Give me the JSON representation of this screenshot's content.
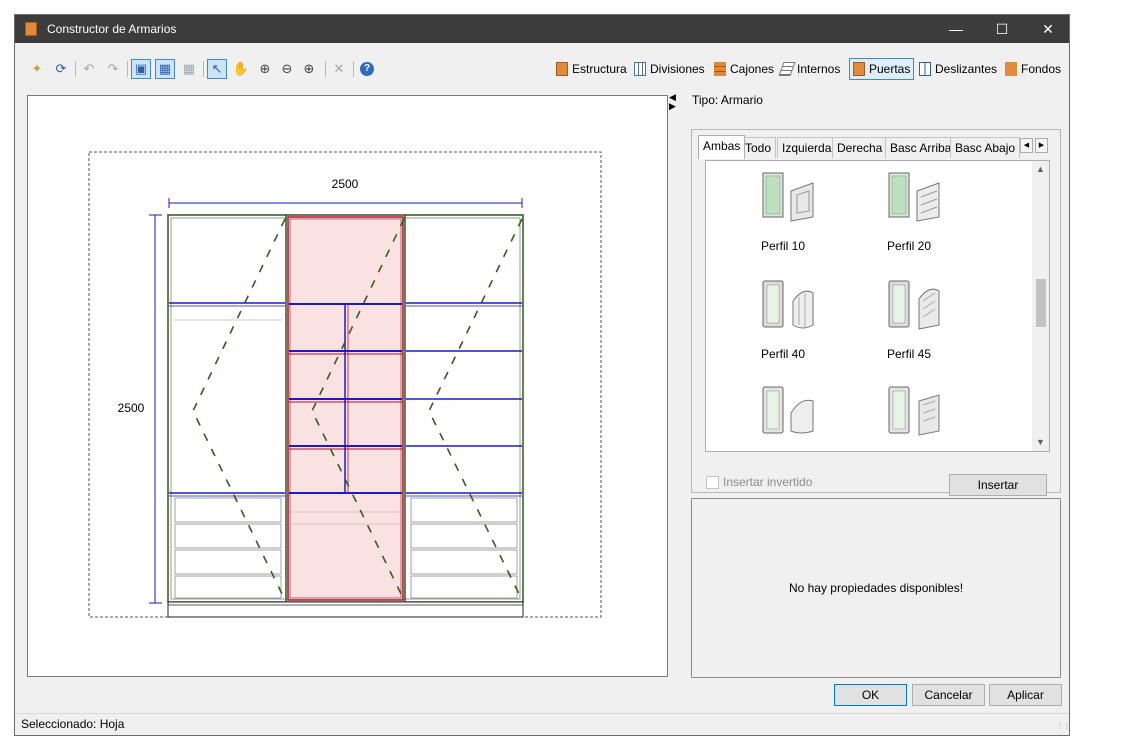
{
  "window": {
    "title": "Constructor de Armarios"
  },
  "toolbar": {
    "tabs": [
      {
        "label": "Estructura",
        "icon": "structure-icon"
      },
      {
        "label": "Divisiones",
        "icon": "grid-icon"
      },
      {
        "label": "Cajones",
        "icon": "drawers-icon"
      },
      {
        "label": "Internos",
        "icon": "internals-icon"
      },
      {
        "label": "Puertas",
        "icon": "door-icon",
        "active": true
      },
      {
        "label": "Deslizantes",
        "icon": "sliding-door-icon"
      },
      {
        "label": "Fondos",
        "icon": "back-panel-icon"
      }
    ]
  },
  "drawing": {
    "width_dimension": "2500",
    "height_dimension": "2500",
    "colors": {
      "door_fill": "#fbe2e2",
      "shelf": "#1a1ac8",
      "frame": "#2d5a1a",
      "door_edge": "#b01030"
    }
  },
  "side": {
    "tipo_label": "Tipo: Armario",
    "tabs": [
      "Ambas",
      "Todo",
      "Izquierda",
      "Derecha",
      "Basc Arriba",
      "Basc Abajo"
    ],
    "active_tab": "Ambas",
    "profiles": [
      {
        "label": "Perfil 10"
      },
      {
        "label": "Perfil 20"
      },
      {
        "label": "Perfil 40"
      },
      {
        "label": "Perfil 45"
      },
      {
        "label": ""
      },
      {
        "label": ""
      }
    ],
    "insert_inverted_label": "Insertar invertido",
    "insert_button": "Insertar",
    "no_properties": "No hay propiedades disponibles!"
  },
  "dialog": {
    "ok": "OK",
    "cancel": "Cancelar",
    "apply": "Aplicar"
  },
  "status": {
    "text": "Seleccionado: Hoja"
  }
}
